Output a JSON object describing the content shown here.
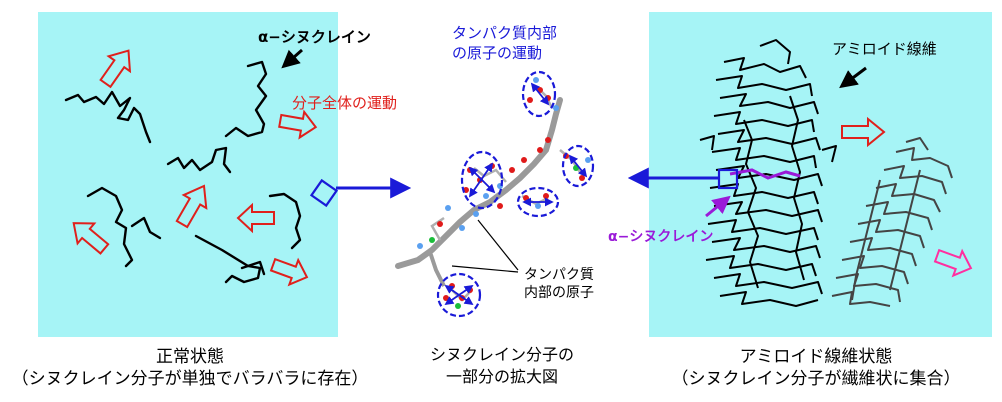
{
  "labels": {
    "alpha_synuclein_top": "α−シヌクレイン",
    "whole_molecule_motion": "分子全体の運動",
    "internal_atoms_motion_line1": "タンパク質内部",
    "internal_atoms_motion_line2": "の原子の運動",
    "internal_atoms_line1": "タンパク質",
    "internal_atoms_line2": "内部の原子",
    "amyloid_fiber": "アミロイド線維",
    "alpha_synuclein_fiber": "α−シヌクレイン"
  },
  "captions": {
    "left_line1": "正常状態",
    "left_line2": "（シヌクレイン分子が単独でバラバラに存在）",
    "center_line1": "シヌクレイン分子の",
    "center_line2": "一部分の拡大図",
    "right_line1": "アミロイド線維状態",
    "right_line2": "（シヌクレイン分子が繊維状に集合）"
  },
  "colors": {
    "panel_bg": "#a6f4f6",
    "motion_arrow_red": "#e0201c",
    "text_red": "#e0201c",
    "text_blue": "#1a1ad8",
    "text_purple": "#9a1ad8",
    "pink_arrow": "#ff2fa0",
    "blue_zoom": "#1a1ad8"
  }
}
